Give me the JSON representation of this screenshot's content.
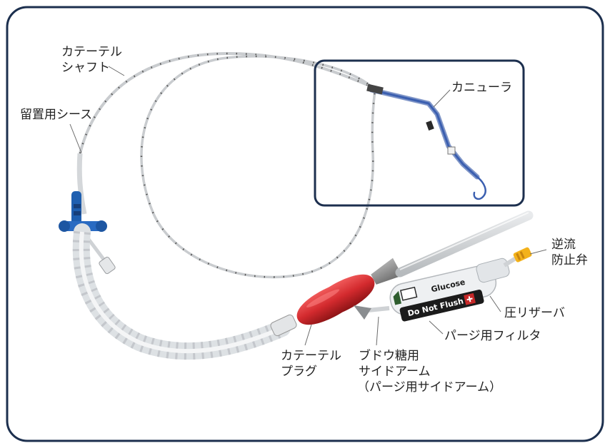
{
  "labels": {
    "catheter_shaft": [
      "カテーテル",
      "シャフト"
    ],
    "indwelling_sheath": "留置用シース",
    "cannula": "カニューラ",
    "check_valve": [
      "逆流",
      "防止弁"
    ],
    "pressure_reservoir": "圧リザーバ",
    "purge_filter": "パージ用フィルタ",
    "catheter_plug": [
      "カテーテル",
      "プラグ"
    ],
    "glucose_side_arm": [
      "ブドウ糖用",
      "サイドアーム",
      "（パージ用サイドアーム）"
    ]
  },
  "device_text": {
    "glucose": "Glucose",
    "do_not_flush": "Do Not Flush"
  },
  "colors": {
    "frame_border": "#1c2f4e",
    "callout_border": "#1c2f4e",
    "plug_red": "#d32a2e",
    "hub_blue": "#1f5fb0",
    "valve_yellow": "#f3b21b",
    "cannula_blue": "#3b5fb0",
    "leader_line": "#6a6a6a"
  }
}
